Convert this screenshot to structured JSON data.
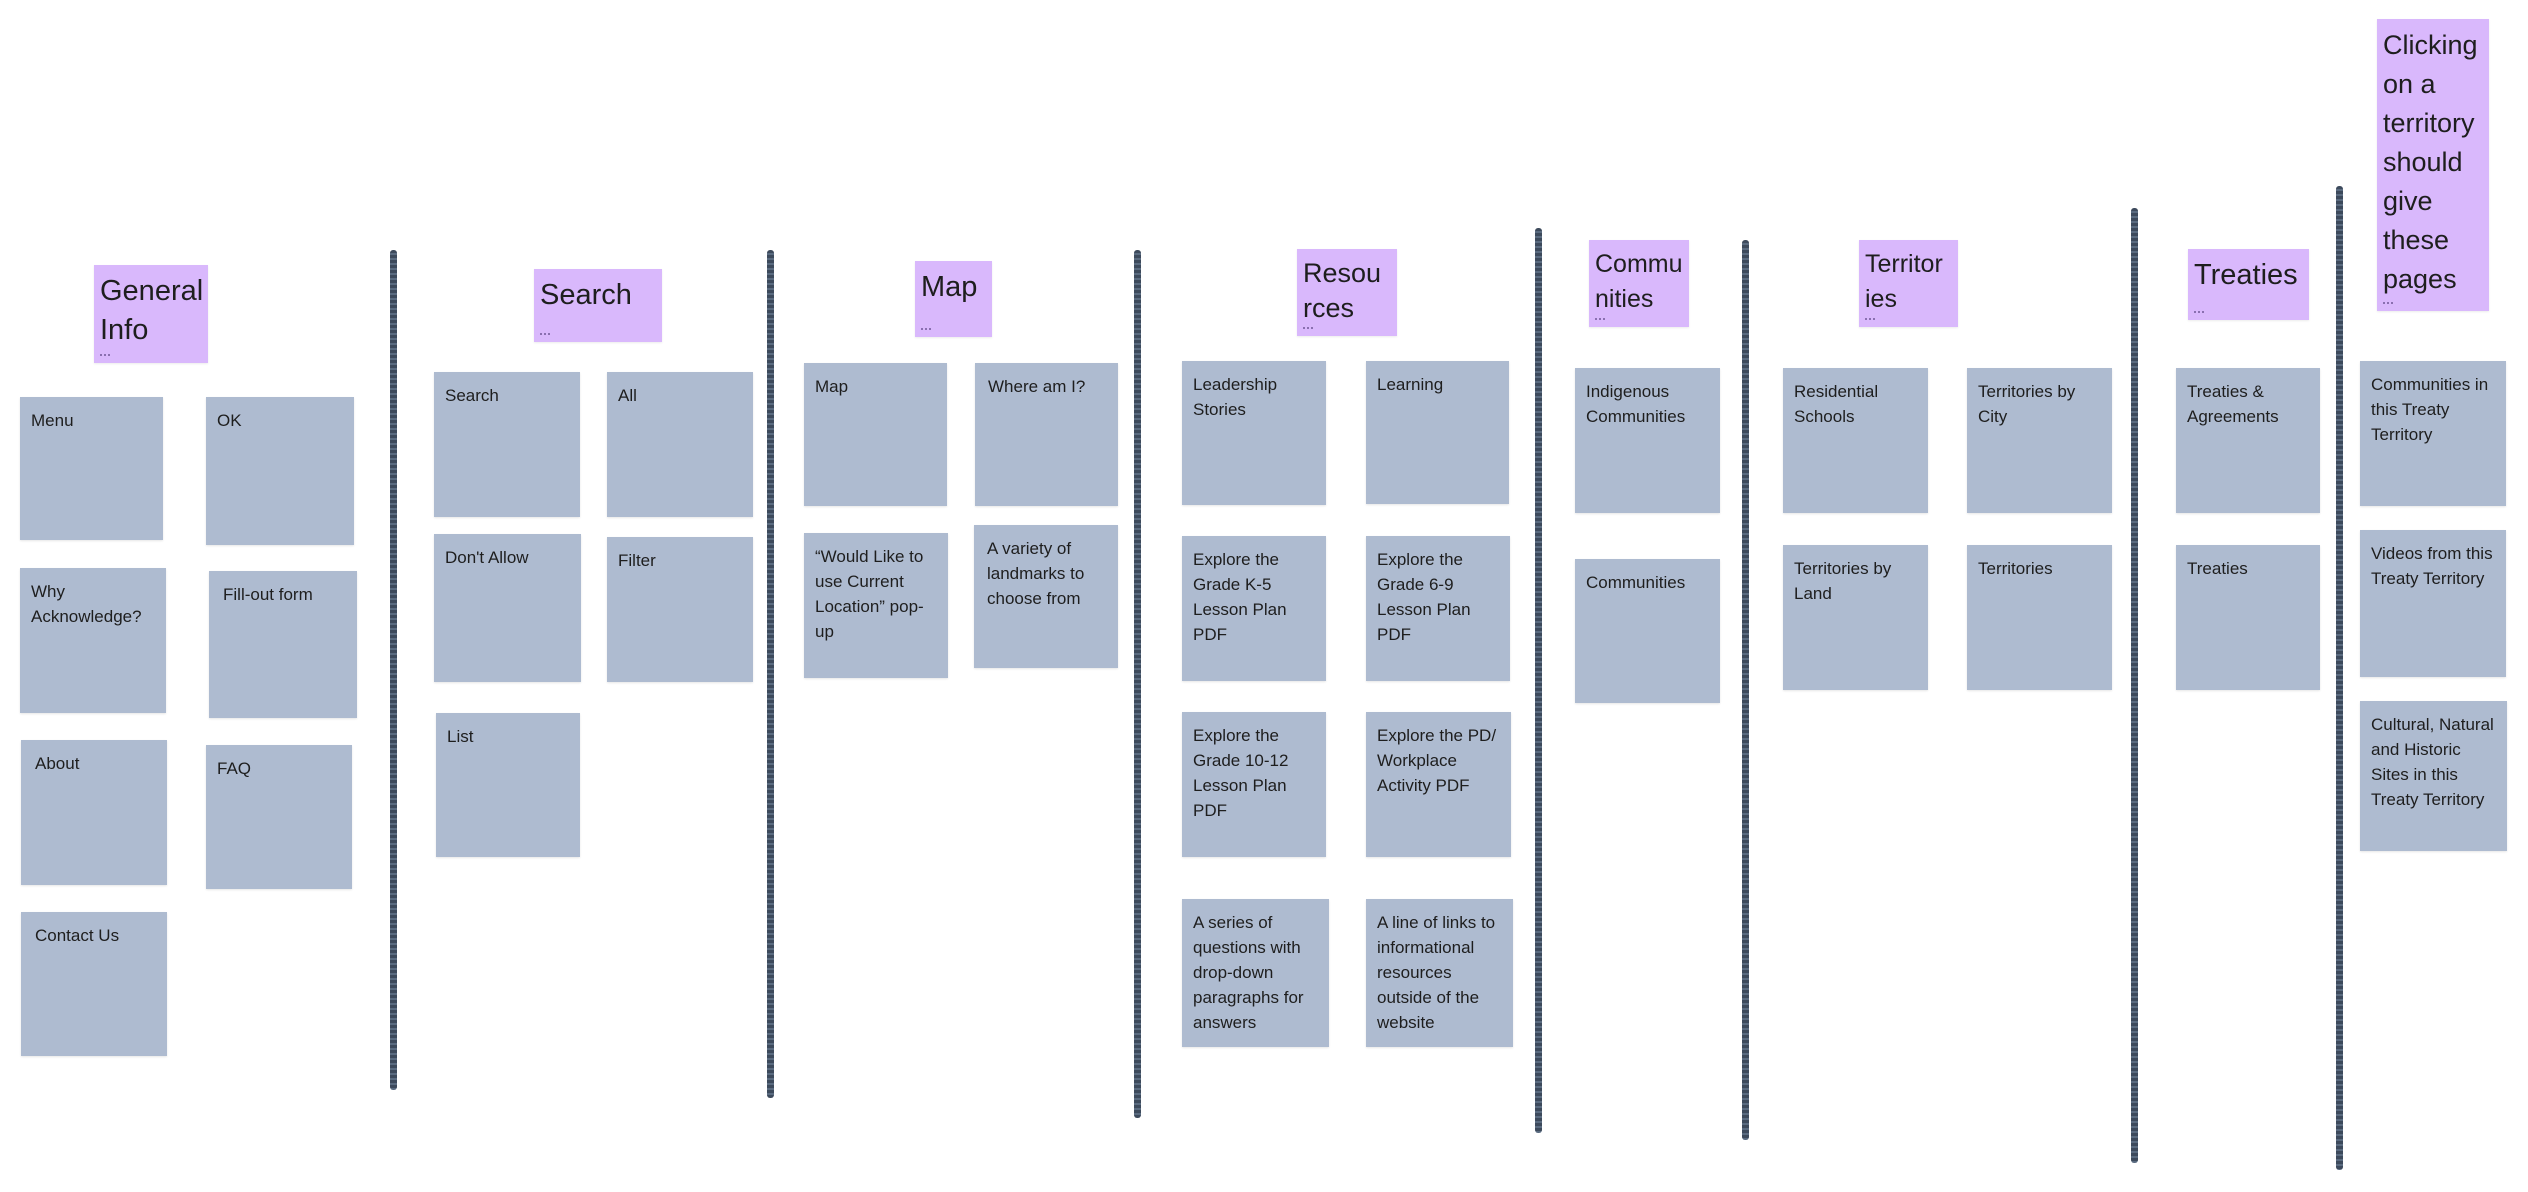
{
  "columns": [
    {
      "header": "General Info",
      "stickies": [
        "Menu",
        "OK",
        "Why Acknowledge?",
        "Fill-out form",
        "About",
        "FAQ",
        "Contact Us"
      ]
    },
    {
      "header": "Search",
      "stickies": [
        "Search",
        "All",
        "Don't Allow",
        "Filter",
        "List"
      ]
    },
    {
      "header": "Map",
      "stickies": [
        "Map",
        "Where am I?",
        "“Would Like to use Current Location” pop-up",
        "A variety of landmarks to choose from"
      ]
    },
    {
      "header": "Resources",
      "stickies": [
        "Leadership Stories",
        "Learning",
        "Explore the Grade K-5 Lesson Plan PDF",
        "Explore the Grade 6-9 Lesson Plan PDF",
        "Explore the Grade 10-12 Lesson Plan PDF",
        "Explore the PD/ Workplace Activity PDF",
        "A series of questions with drop-down paragraphs for answers",
        "A line of links to informational resources outside of the website"
      ]
    },
    {
      "header": "Communities",
      "stickies": [
        "Indigenous Communities",
        "Communities"
      ]
    },
    {
      "header": "Territories",
      "stickies": [
        "Residential Schools",
        "Territories by City",
        "Territories by Land",
        "Territories"
      ]
    },
    {
      "header": "Treaties",
      "stickies": [
        "Treaties & Agreements",
        "Treaties"
      ]
    },
    {
      "header": "Clicking on a territory should give these pages",
      "stickies": [
        "Communities in this Treaty Territory",
        "Videos from this Treaty Territory",
        "Cultural, Natural and Historic Sites in this Treaty Territory"
      ]
    }
  ],
  "colors": {
    "header_bg": "#d9b8fc",
    "sticky_bg": "#aebbd0",
    "divider": "#3d4a5c"
  }
}
